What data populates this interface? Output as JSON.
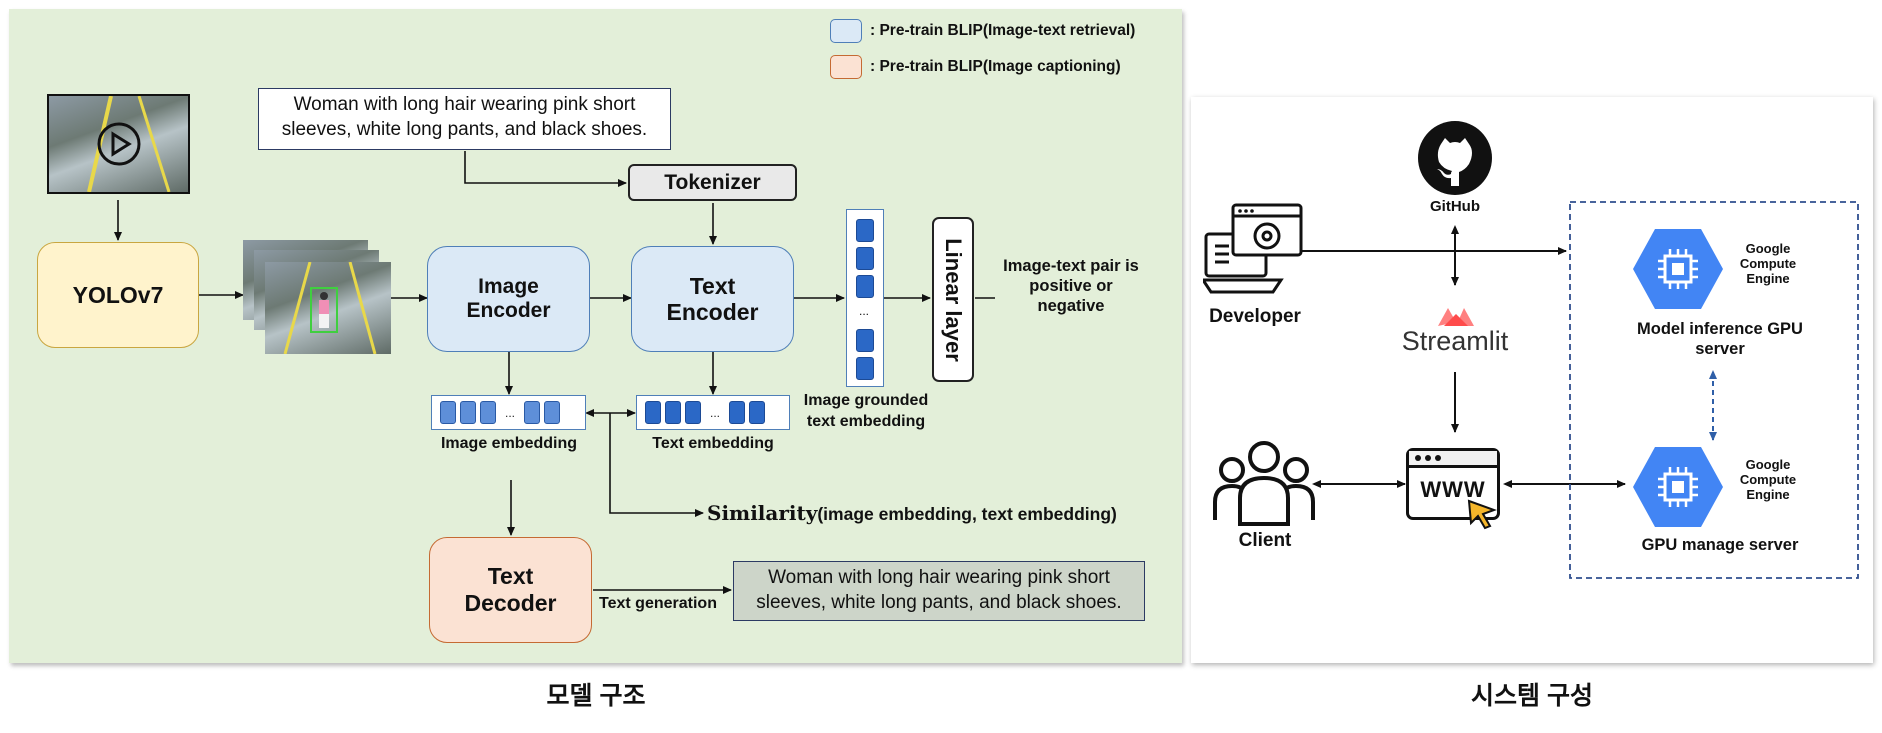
{
  "legend": {
    "retrieval": {
      "text": ": Pre-train BLIP(Image-text retrieval)",
      "color": "#dbe9f6"
    },
    "captioning": {
      "text": ": Pre-train BLIP(Image captioning)",
      "color": "#fbe2d3"
    }
  },
  "model": {
    "yolo": "YOLOv7",
    "query_text": "Woman with long hair wearing pink short sleeves, white long pants, and black shoes.",
    "tokenizer": "Tokenizer",
    "image_encoder": "Image Encoder",
    "text_encoder": "Text Encoder",
    "linear_layer": "Linear layer",
    "pair_label": "Image-text pair is positive or negative",
    "image_grounded": "Image grounded text embedding",
    "image_embedding": "Image embedding",
    "text_embedding": "Text embedding",
    "dots": "...",
    "similarity_prefix": "Similarity",
    "similarity_args": "(image embedding, text embedding)",
    "text_decoder": "Text Decoder",
    "text_generation": "Text generation",
    "output_text": "Woman with long hair wearing pink short sleeves, white long pants, and black shoes."
  },
  "system": {
    "developer": "Developer",
    "github": "GitHub",
    "streamlit": "Streamlit",
    "client": "Client",
    "www": "WWW",
    "gce_label": "Google Compute Engine",
    "model_server": "Model inference GPU server",
    "manage_server": "GPU manage server"
  },
  "captions": {
    "left": "모델 구조",
    "right": "시스템 구성"
  },
  "colors": {
    "left_panel_bg": "#e3efd9",
    "gce_blue": "#4285f4",
    "streamlit_red": "#ff4b4b",
    "dashed_border": "#2f4f8f"
  }
}
